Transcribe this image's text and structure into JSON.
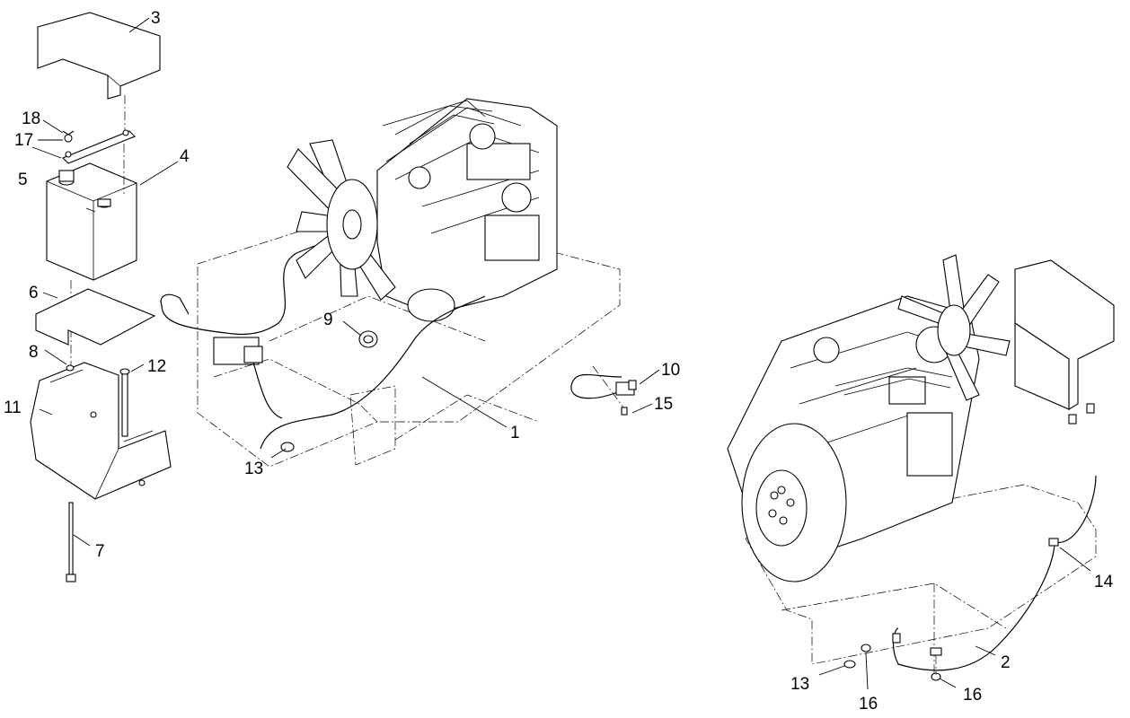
{
  "callouts": [
    {
      "key": "c1",
      "text": "1"
    },
    {
      "key": "c2",
      "text": "2"
    },
    {
      "key": "c3",
      "text": "3"
    },
    {
      "key": "c4",
      "text": "4"
    },
    {
      "key": "c5",
      "text": "5"
    },
    {
      "key": "c6",
      "text": "6"
    },
    {
      "key": "c7",
      "text": "7"
    },
    {
      "key": "c8",
      "text": "8"
    },
    {
      "key": "c9",
      "text": "9"
    },
    {
      "key": "c10",
      "text": "10"
    },
    {
      "key": "c11",
      "text": "11"
    },
    {
      "key": "c12",
      "text": "12"
    },
    {
      "key": "c13a",
      "text": "13"
    },
    {
      "key": "c13b",
      "text": "13"
    },
    {
      "key": "c14",
      "text": "14"
    },
    {
      "key": "c15",
      "text": "15"
    },
    {
      "key": "c16a",
      "text": "16"
    },
    {
      "key": "c16b",
      "text": "16"
    },
    {
      "key": "c17",
      "text": "17"
    },
    {
      "key": "c18",
      "text": "18"
    }
  ]
}
